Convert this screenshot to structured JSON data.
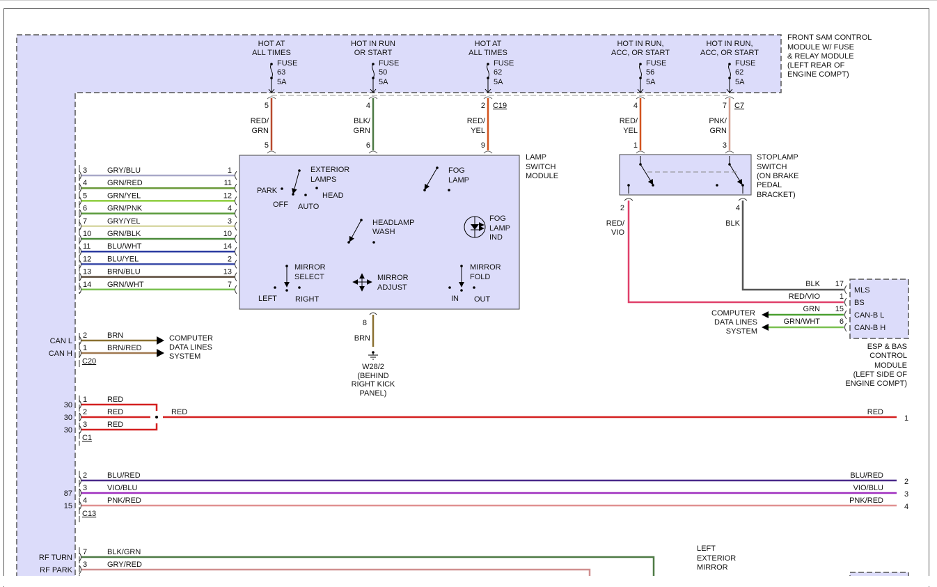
{
  "colors": {
    "module_fill": "#dcdcfa",
    "dash_stroke": "#555555",
    "RED/GRN": "#b84a2e",
    "BLK/GRN": "#4e7a45",
    "RED/YEL": "#d2541f",
    "PNK/GRN": "#d4a090",
    "RED/VIO": "#e0406a",
    "BLK": "#555555",
    "GRY/BLU": "#a8a8c8",
    "GRN/RED": "#6a9a3a",
    "GRN/YEL": "#8ccd3c",
    "GRN/PNK": "#5a9a3a",
    "GRY/YEL": "#d9d9a8",
    "GRN/BLK": "#4a8a3a",
    "BLU/WHT": "#2a3aa0",
    "BLU/YEL": "#3a4aa8",
    "BRN/BLU": "#5a4a3a",
    "GRN/WHT": "#7ac050",
    "BRN": "#8a7030",
    "BRN/RED": "#a07850",
    "RED": "#d42020",
    "BLU/RED": "#4a2a8a",
    "VIO/BLU": "#a030c0",
    "PNK/RED": "#e09090",
    "GRN": "#4aa030",
    "GRY/RED": "#d09090"
  },
  "sam": {
    "title_lines": [
      "FRONT SAM CONTROL",
      "MODULE W/ FUSE",
      "& RELAY MODULE",
      "(LEFT REAR OF",
      "ENGINE COMPT)"
    ],
    "fuses": [
      {
        "hot_lines": [
          "HOT AT",
          "ALL TIMES"
        ],
        "label": "FUSE",
        "number": "63",
        "rating": "5A"
      },
      {
        "hot_lines": [
          "HOT IN RUN",
          "OR START"
        ],
        "label": "FUSE",
        "number": "50",
        "rating": "5A"
      },
      {
        "hot_lines": [
          "HOT AT",
          "ALL TIMES"
        ],
        "label": "FUSE",
        "number": "62",
        "rating": "5A"
      },
      {
        "hot_lines": [
          "HOT IN RUN,",
          "ACC, OR START"
        ],
        "label": "FUSE",
        "number": "56",
        "rating": "5A"
      },
      {
        "hot_lines": [
          "HOT IN RUN,",
          "ACC, OR START"
        ],
        "label": "FUSE",
        "number": "62",
        "rating": "5A"
      }
    ]
  },
  "fuse_wires": [
    {
      "pin_top": "5",
      "color_lines": [
        "RED/",
        "GRN"
      ],
      "color": "RED/GRN",
      "pin_bottom": "5",
      "connector": ""
    },
    {
      "pin_top": "4",
      "color_lines": [
        "BLK/",
        "GRN"
      ],
      "color": "BLK/GRN",
      "pin_bottom": "6",
      "connector": ""
    },
    {
      "pin_top": "2",
      "color_lines": [
        "RED/",
        "YEL"
      ],
      "color": "RED/YEL",
      "pin_bottom": "9",
      "connector": "C19"
    },
    {
      "pin_top": "4",
      "color_lines": [
        "RED/",
        "YEL"
      ],
      "color": "RED/YEL",
      "pin_bottom": "1",
      "connector": ""
    },
    {
      "pin_top": "7",
      "color_lines": [
        "PNK/",
        "GRN"
      ],
      "color": "PNK/GRN",
      "pin_bottom": "3",
      "connector": "C7"
    }
  ],
  "lamp_switch": {
    "title_lines": [
      "LAMP",
      "SWITCH",
      "MODULE"
    ],
    "exterior_lamps": [
      "EXTERIOR",
      "LAMPS"
    ],
    "park": "PARK",
    "off": "OFF",
    "auto": "AUTO",
    "head": "HEAD",
    "fog_lamp": [
      "FOG",
      "LAMP"
    ],
    "headlamp_wash": [
      "HEADLAMP",
      "WASH"
    ],
    "fog_lamp_ind": [
      "FOG",
      "LAMP",
      "IND"
    ],
    "mirror_select": [
      "MIRROR",
      "SELECT"
    ],
    "left": "LEFT",
    "right": "RIGHT",
    "mirror_adjust": [
      "MIRROR",
      "ADJUST"
    ],
    "mirror_fold": [
      "MIRROR",
      "FOLD"
    ],
    "in": "IN",
    "out": "OUT",
    "ground": {
      "pin": "8",
      "color": "BRN",
      "lines": [
        "W28/2",
        "(BEHIND",
        "RIGHT KICK",
        "PANEL)"
      ]
    }
  },
  "harness_rows": [
    {
      "left_pin": "3",
      "color": "GRY/BLU",
      "right_pin": "1"
    },
    {
      "left_pin": "4",
      "color": "GRN/RED",
      "right_pin": "11"
    },
    {
      "left_pin": "5",
      "color": "GRN/YEL",
      "right_pin": "12"
    },
    {
      "left_pin": "6",
      "color": "GRN/PNK",
      "right_pin": "4"
    },
    {
      "left_pin": "7",
      "color": "GRY/YEL",
      "right_pin": "3"
    },
    {
      "left_pin": "10",
      "color": "GRN/BLK",
      "right_pin": "10"
    },
    {
      "left_pin": "11",
      "color": "BLU/WHT",
      "right_pin": "14"
    },
    {
      "left_pin": "12",
      "color": "BLU/YEL",
      "right_pin": "2"
    },
    {
      "left_pin": "13",
      "color": "BRN/BLU",
      "right_pin": "13"
    },
    {
      "left_pin": "14",
      "color": "GRN/WHT",
      "right_pin": "7"
    }
  ],
  "stoplamp": {
    "title_lines": [
      "STOPLAMP",
      "SWITCH",
      "(ON BRAKE",
      "PEDAL",
      "BRACKET)"
    ],
    "out_left": {
      "pin": "2",
      "color_lines": [
        "RED/",
        "VIO"
      ]
    },
    "out_right": {
      "pin": "4",
      "color_lines": [
        "BLK"
      ]
    }
  },
  "esp": {
    "title_lines": [
      "ESP & BAS",
      "CONTROL",
      "MODULE",
      "(LEFT SIDE OF",
      "ENGINE COMPT)"
    ],
    "pins": [
      {
        "wire": "BLK",
        "pin": "17",
        "name": "MLS",
        "color": "BLK"
      },
      {
        "wire": "RED/VIO",
        "pin": "1",
        "name": "BS",
        "color": "RED/VIO"
      },
      {
        "wire": "GRN",
        "pin": "15",
        "name": "CAN-B L",
        "color": "GRN"
      },
      {
        "wire": "GRN/WHT",
        "pin": "6",
        "name": "CAN-B H",
        "color": "GRN/WHT"
      }
    ],
    "data_lines": [
      "COMPUTER",
      "DATA LINES",
      "SYSTEM"
    ]
  },
  "c20": {
    "connector": "C20",
    "rows": [
      {
        "signal": "CAN L",
        "pin": "2",
        "color": "BRN"
      },
      {
        "signal": "CAN H",
        "pin": "1",
        "color": "BRN/RED"
      }
    ],
    "dest_lines": [
      "COMPUTER",
      "DATA LINES",
      "SYSTEM"
    ]
  },
  "c1": {
    "connector": "C1",
    "rows": [
      {
        "signal": "30",
        "pin": "1",
        "color": "RED"
      },
      {
        "signal": "30",
        "pin": "2",
        "color": "RED"
      },
      {
        "signal": "30",
        "pin": "3",
        "color": "RED"
      }
    ],
    "main_color": "RED",
    "right_color": "RED",
    "right_pin": "1"
  },
  "c13": {
    "connector": "C13",
    "rows": [
      {
        "signal": "",
        "pin": "2",
        "color": "BLU/RED",
        "right_pin": "2"
      },
      {
        "signal": "87",
        "pin": "3",
        "color": "VIO/BLU",
        "right_pin": "3"
      },
      {
        "signal": "15",
        "pin": "4",
        "color": "PNK/RED",
        "right_pin": "4"
      }
    ]
  },
  "bottom": {
    "rows": [
      {
        "signal": "RF TURN",
        "pin": "7",
        "color": "BLK/GRN"
      },
      {
        "signal": "RF PARK",
        "pin": "3",
        "color": "GRY/RED"
      }
    ],
    "mirror_lines": [
      "LEFT",
      "EXTERIOR",
      "MIRROR"
    ]
  }
}
